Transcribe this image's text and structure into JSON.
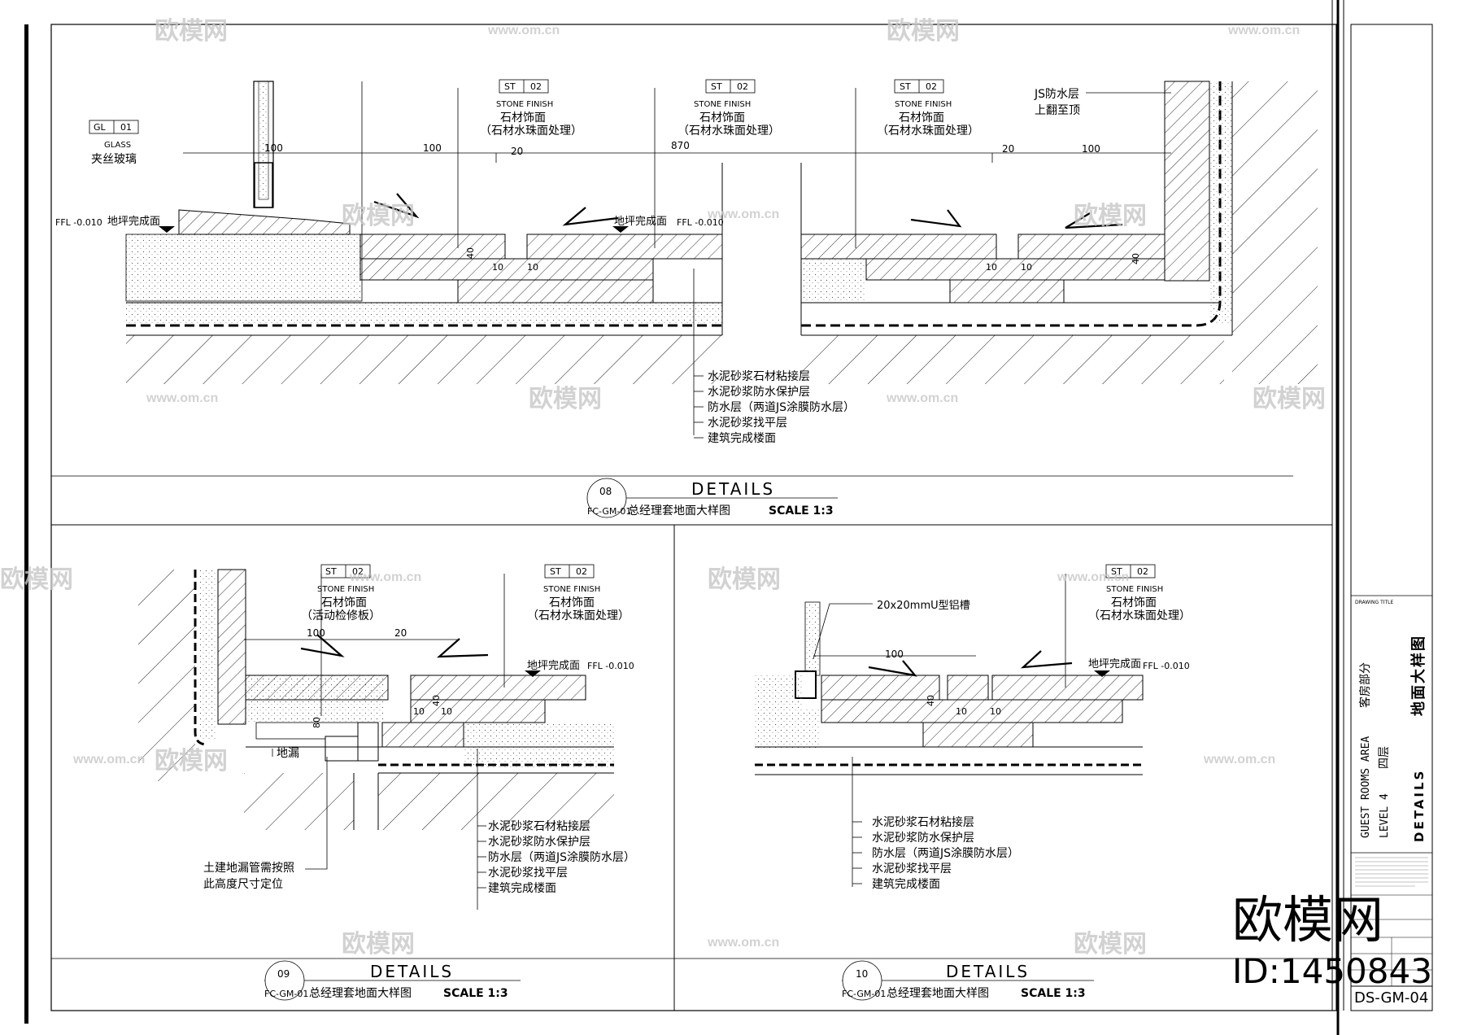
{
  "sheet": {
    "number": "DS-GM-04",
    "watermark_brand": "欧模网",
    "watermark_url": "www.om.cn",
    "watermark_big": "欧模网",
    "watermark_id": "ID:1450843"
  },
  "title_block": {
    "area_en": "GUEST ROOMS AREA",
    "area_cn": "客房部分",
    "level_en": "LEVEL 4",
    "level_cn": "四层",
    "drawing_en": "DETAILS",
    "drawing_cn": "地面大样图",
    "drawing_title_label": "DRAWING TITLE"
  },
  "details": [
    {
      "number": "08",
      "title": "DETAILS",
      "ref": "FC-GM-01",
      "name": "总经理套地面大样图",
      "scale": "SCALE  1:3"
    },
    {
      "number": "09",
      "title": "DETAILS",
      "ref": "FC-GM-01",
      "name": "总经理套地面大样图",
      "scale": "SCALE  1:3"
    },
    {
      "number": "10",
      "title": "DETAILS",
      "ref": "FC-GM-01",
      "name": "总经理套地面大样图",
      "scale": "SCALE  1:3"
    }
  ],
  "tags": {
    "gl": {
      "code": "GL",
      "num": "01",
      "en": "GLASS",
      "cn": "夹丝玻璃"
    },
    "st": {
      "code": "ST",
      "num": "02",
      "en": "STONE FINISH",
      "cn": "石材饰面"
    },
    "stone_treat": "（石材水珠面处理）",
    "stone_access": "（活动检修板）"
  },
  "labels": {
    "floor_finish": "地坪完成面",
    "ffl": "FFL -0.010",
    "js_waterproof": "JS防水层",
    "up_to_top": "上翻至顶",
    "floor_drain": "地漏",
    "u_channel": "20x20mmU型铝槽",
    "drain_note_1": "土建地漏管需按照",
    "drain_note_2": "此高度尺寸定位"
  },
  "layers": [
    "水泥砂浆石材粘接层",
    "水泥砂浆防水保护层",
    "防水层（两道JS涂膜防水层）",
    "水泥砂浆找平层",
    "建筑完成楼面"
  ],
  "dims": {
    "d100": "100",
    "d870": "870",
    "d20": "20",
    "d40": "40",
    "d10": "10",
    "d80": "80"
  }
}
